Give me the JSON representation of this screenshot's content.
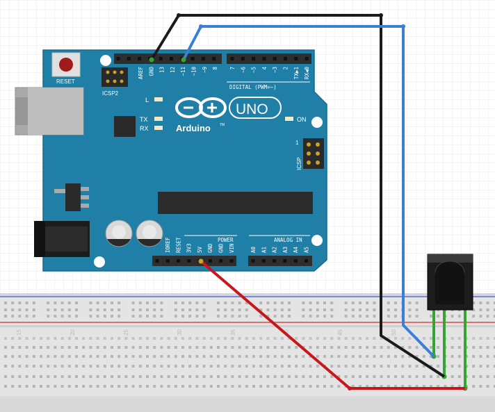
{
  "board": {
    "brand": "Arduino",
    "trademark": "TM",
    "model": "UNO",
    "reset_label": "RESET",
    "icsp2_label": "ICSP2",
    "icsp_label": "ICSP",
    "icsp_pin1": "1",
    "led_l": "L",
    "led_tx": "TX",
    "led_rx": "RX",
    "on_label": "ON",
    "digital_label": "DIGITAL (PWM=~)",
    "power_label": "POWER",
    "analog_label": "ANALOG IN",
    "digital_pins": [
      "AREF",
      "GND",
      "13",
      "12",
      "~11",
      "~10",
      "~9",
      "8",
      "7",
      "~6",
      "~5",
      "4",
      "~3",
      "2",
      "TX▶1",
      "RX◀0"
    ],
    "power_pins": [
      "IOREF",
      "RESET",
      "3V3",
      "5V",
      "GND",
      "GND",
      "VIN"
    ],
    "analog_pins": [
      "A0",
      "A1",
      "A2",
      "A3",
      "A4",
      "A5"
    ]
  },
  "breadboard": {
    "column_numbers": [
      "15",
      "20",
      "25",
      "30",
      "35",
      "40",
      "45",
      "50"
    ]
  },
  "wires": [
    {
      "name": "ground-wire",
      "color": "#1a1a1a",
      "from": "GND",
      "to": "IR receiver pin"
    },
    {
      "name": "signal-wire",
      "color": "#3b7fd4",
      "from": "~11",
      "to": "IR receiver pin"
    },
    {
      "name": "power-wire",
      "color": "#c8171c",
      "from": "5V",
      "to": "IR receiver pin"
    }
  ],
  "colors": {
    "board": "#1f7fa6",
    "header": "#2e2e2e",
    "breadboard": "#e6e6e6",
    "rail_red": "#d94a4a",
    "rail_blue": "#4a5fd9",
    "highlight_green": "#3aa832"
  }
}
